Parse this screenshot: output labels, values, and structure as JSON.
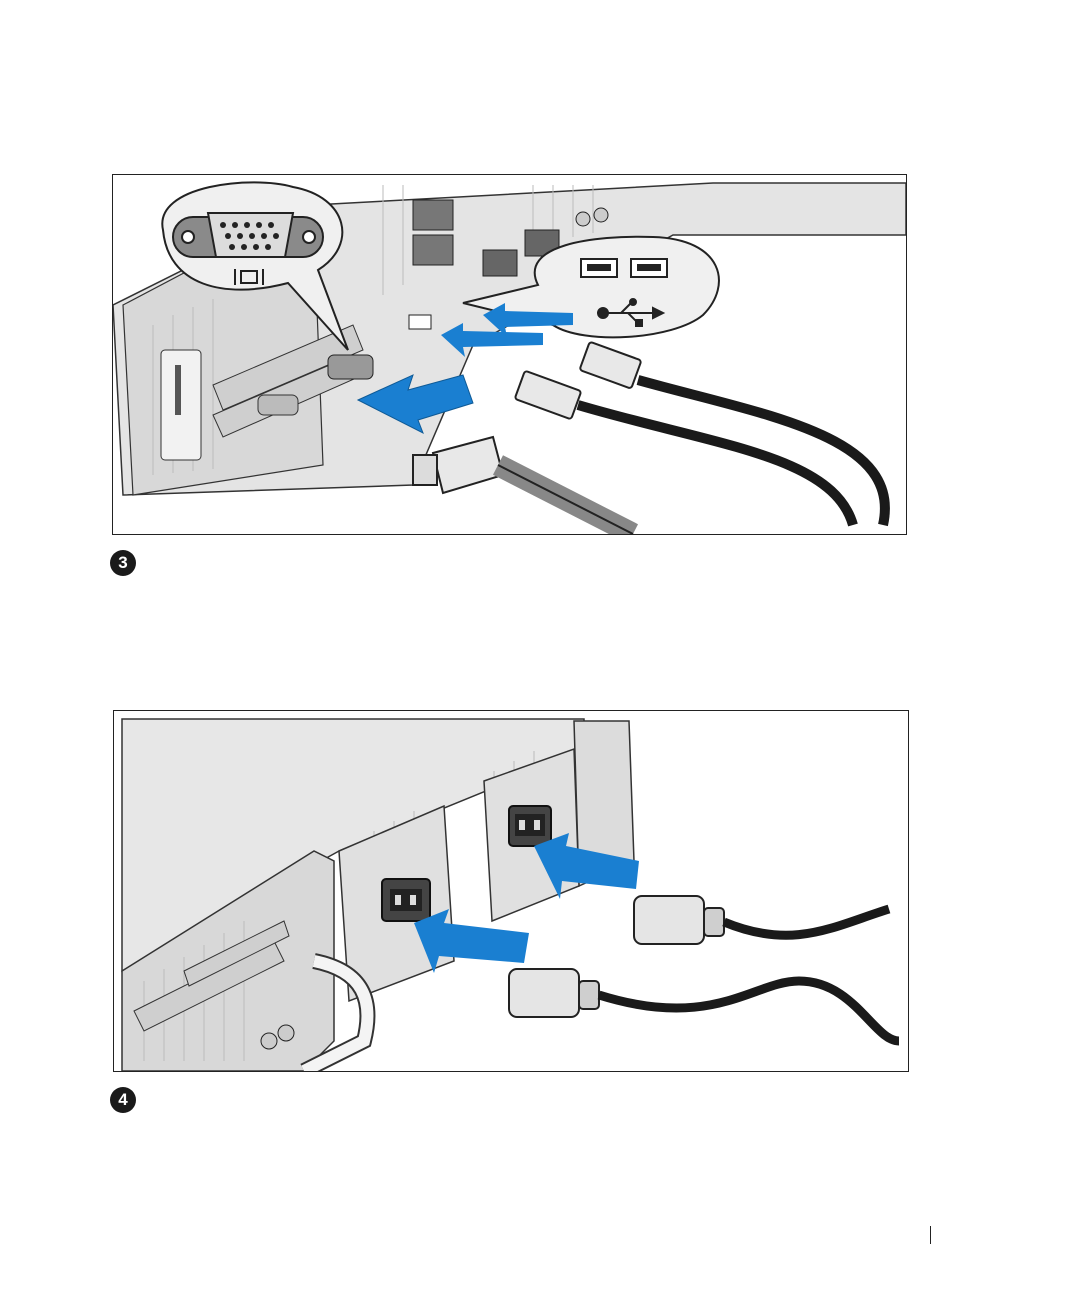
{
  "figures": [
    {
      "id": "connect-keyboard-mouse-monitor",
      "icons": [
        "vga-port-icon",
        "usb-port-icon",
        "usb-symbol-icon",
        "insert-arrow-icon"
      ]
    },
    {
      "id": "connect-power-cables",
      "icons": [
        "power-socket-icon",
        "power-plug-icon",
        "insert-arrow-icon"
      ]
    }
  ],
  "steps": [
    {
      "number": "3"
    },
    {
      "number": "4"
    }
  ],
  "colors": {
    "arrow": "#1a7fd1",
    "chassis": "#e8e8e8",
    "outline": "#222222",
    "cable": "#1a1a1a",
    "badge": "#1a1a1a"
  }
}
